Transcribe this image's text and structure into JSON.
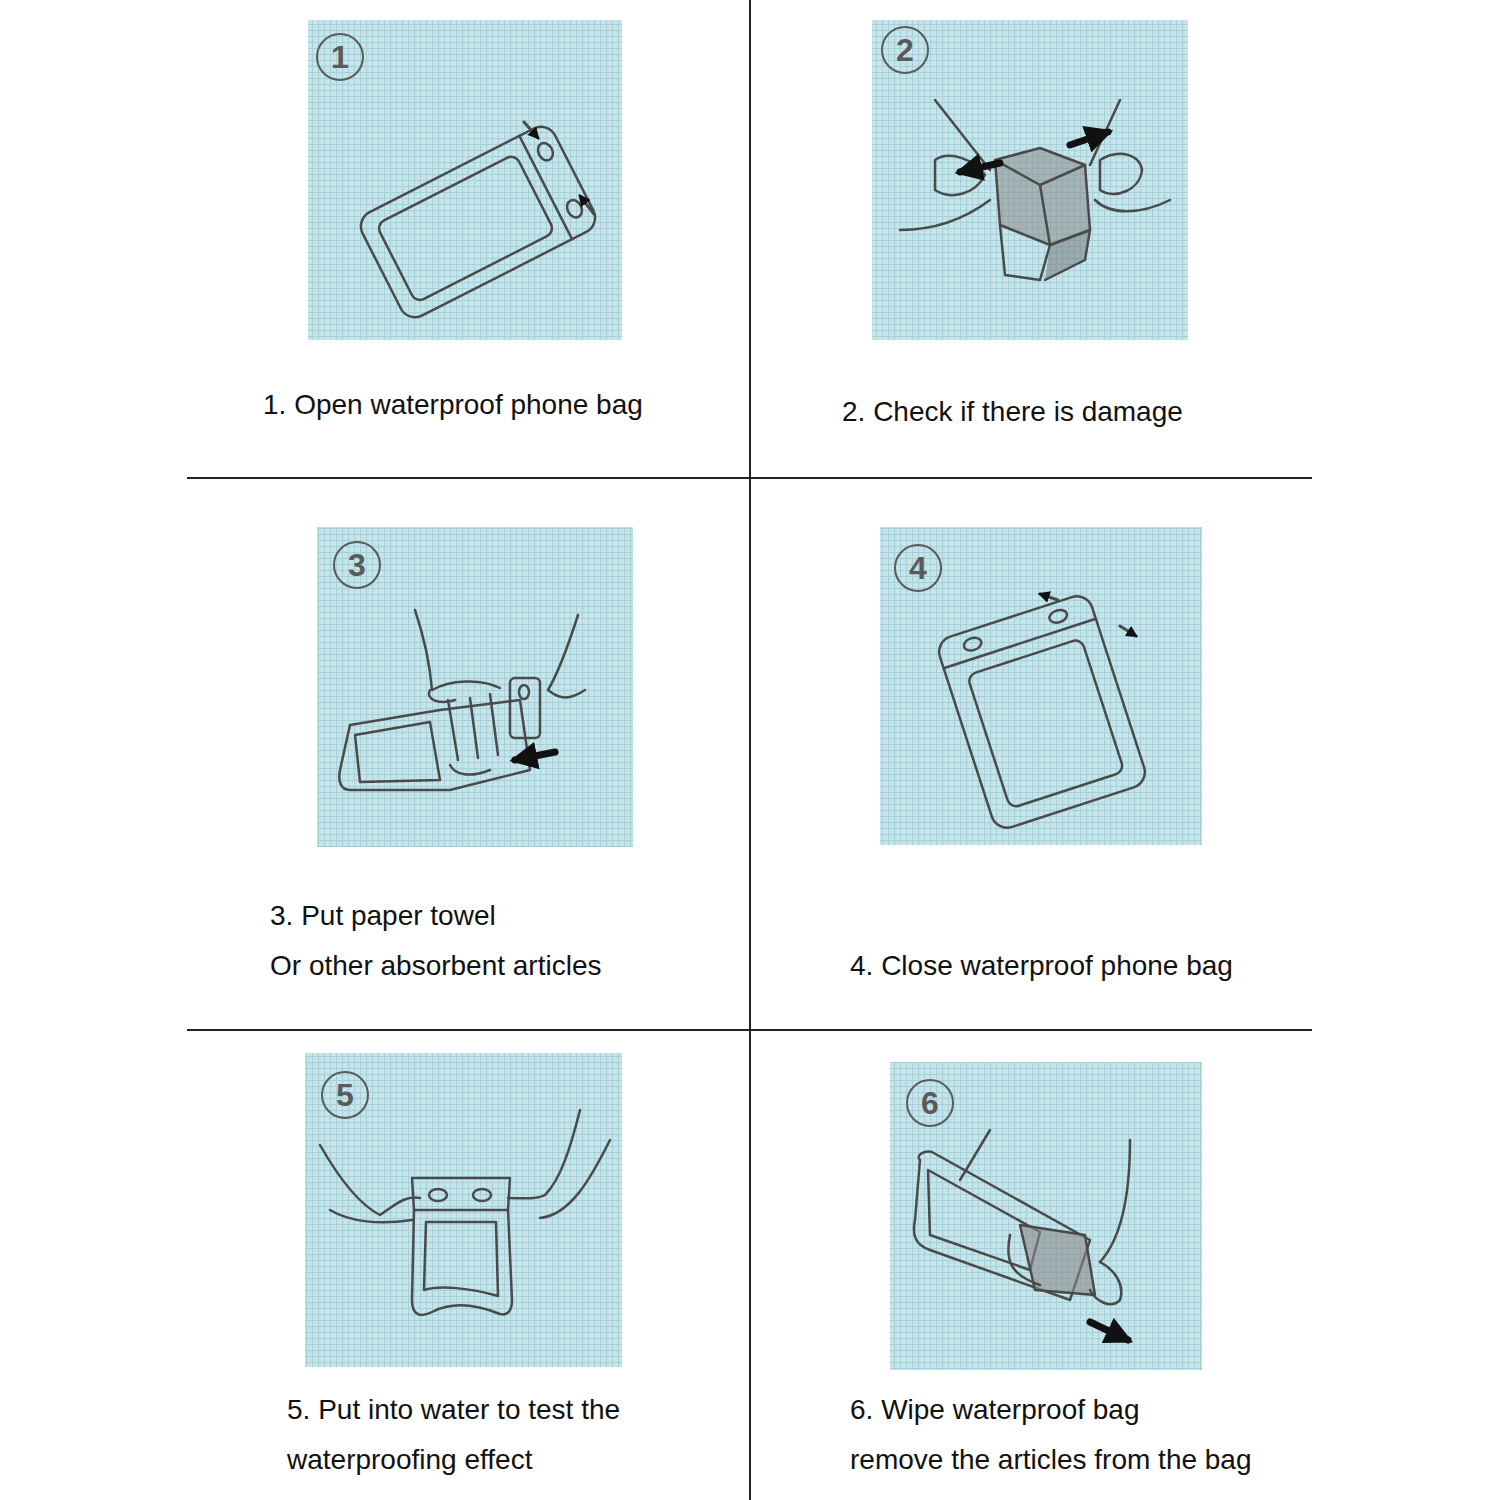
{
  "diagram": {
    "nodes": [
      {
        "text": [
          "1"
        ]
      },
      {
        "text": [
          "2"
        ]
      },
      {
        "text": [
          "3"
        ]
      },
      {
        "text": [
          "4"
        ]
      },
      {
        "text": [
          "5"
        ]
      },
      {
        "text": [
          "6"
        ]
      }
    ],
    "labels": [
      "1. Open waterproof phone bag",
      "2. Check if there is damage",
      "3. Put paper towel",
      "Or other absorbent articles",
      "4. Close waterproof phone bag",
      "5. Put into water to test the",
      "waterproofing effect",
      "6. Wipe waterproof bag",
      "remove the articles from the bag"
    ]
  }
}
